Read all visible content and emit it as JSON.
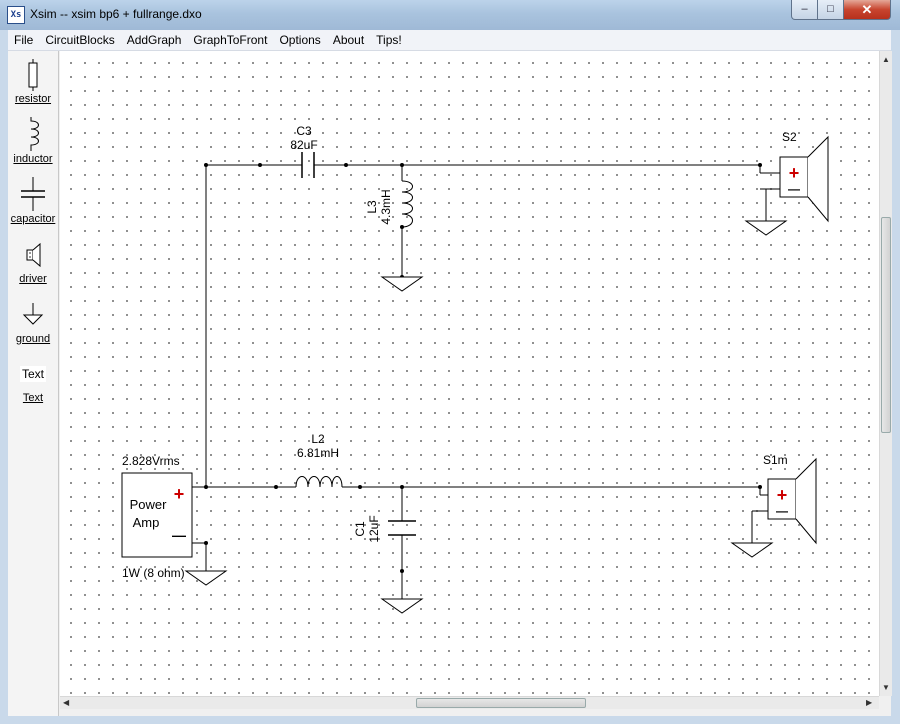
{
  "window": {
    "title": "Xsim -- xsim bp6 + fullrange.dxo",
    "icon_text": "Xs",
    "controls": {
      "minimize": "–",
      "maximize": "□",
      "close": "✕"
    }
  },
  "menu": {
    "items": [
      "File",
      "CircuitBlocks",
      "AddGraph",
      "GraphToFront",
      "Options",
      "About",
      "Tips!"
    ]
  },
  "palette": {
    "items": [
      {
        "label": "resistor",
        "icon": "resistor-icon"
      },
      {
        "label": "inductor",
        "icon": "inductor-icon"
      },
      {
        "label": "capacitor",
        "icon": "capacitor-icon"
      },
      {
        "label": "driver",
        "icon": "speaker-icon"
      },
      {
        "label": "ground",
        "icon": "ground-icon"
      },
      {
        "label": "Text",
        "icon_text": "Text"
      }
    ]
  },
  "schematic": {
    "amp": {
      "title_line1": "Power",
      "title_line2": "Amp",
      "voltage": "2.828Vrms",
      "rating": "1W (8 ohm)",
      "plus": "+",
      "minus": "—"
    },
    "c3": {
      "name": "C3",
      "value": "82uF"
    },
    "l3": {
      "name": "L3",
      "value": "4.3mH"
    },
    "l2": {
      "name": "L2",
      "value": "6.81mH"
    },
    "c1": {
      "name": "C1",
      "value": "12uF"
    },
    "s2": {
      "name": "S2",
      "plus": "+",
      "minus": "—"
    },
    "s1": {
      "name": "S1m",
      "plus": "+",
      "minus": "—"
    },
    "colors": {
      "wire": "#000000",
      "polarity": "#cc0000"
    }
  }
}
